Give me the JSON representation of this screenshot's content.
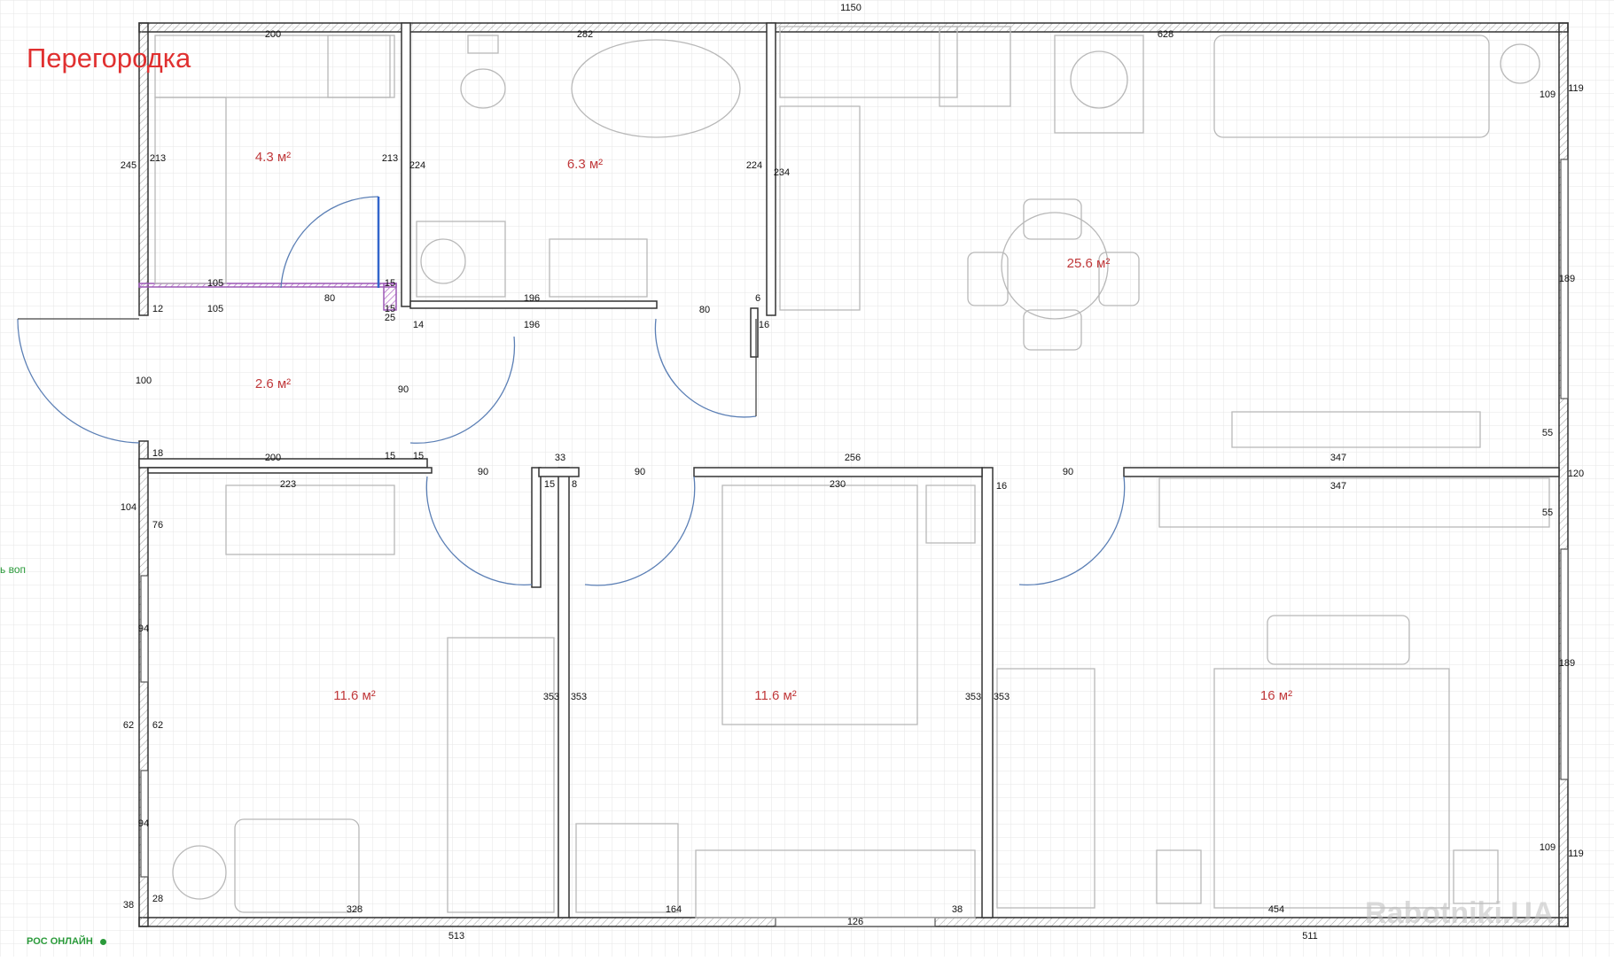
{
  "caption": "Перегородка",
  "side_note": "ь воп",
  "status_text": "РОС ОНЛАЙН",
  "watermark": "Rabotniki.UA",
  "colors": {
    "wall": "#3a3a3a",
    "door_arc": "#5b7fb5",
    "caption": "#e03030",
    "area": "#c0393b",
    "partition": "#d9a6e6"
  },
  "rooms": {
    "wardrobe": "4.3 м²",
    "bathroom": "6.3 м²",
    "kitchen_living": "25.6 м²",
    "hall": "2.6 м²",
    "room_left": "11.6 м²",
    "room_middle": "11.6 м²",
    "room_right": "16 м²"
  },
  "dims": {
    "top_total": "1150",
    "wardrobe_top": "200",
    "bath_top": "282",
    "kitchen_top": "628",
    "wardrobe_left": "245",
    "wardrobe_h1": "213",
    "wardrobe_h2": "213",
    "bath_left": "224",
    "bath_right": "224",
    "kitchen_left": "234",
    "right_109a": "109",
    "right_119a": "119",
    "part_105a": "105",
    "door_80a": "80",
    "part_15a": "15",
    "part_12": "12",
    "part_105b": "105",
    "part_15b": "15",
    "bath_196a": "196",
    "door_80b": "80",
    "part_6": "6",
    "part_25": "25",
    "part_14": "14",
    "bath_196b": "196",
    "part_16a": "16",
    "right_189a": "189",
    "hall_100": "100",
    "hall_90": "90",
    "right_55a": "55",
    "hall_18": "18",
    "hall_200": "200",
    "hall_15c": "15",
    "hall_15d": "15",
    "hall_33": "33",
    "room_256": "256",
    "liv_347a": "347",
    "right_120": "120",
    "r1_223": "223",
    "door_90a": "90",
    "r_15e": "15",
    "r_8": "8",
    "door_90b": "90",
    "r2_230": "230",
    "r_16b": "16",
    "door_90c": "90",
    "r3_347b": "347",
    "left_104": "104",
    "left_76": "76",
    "right_55b": "55",
    "left_94a": "94",
    "r1_353a": "353",
    "r2_353b": "353",
    "r2_353c": "353",
    "r3_353d": "353",
    "right_189b": "189",
    "left_62a": "62",
    "left_62b": "62",
    "left_94b": "94",
    "right_109b": "109",
    "right_119b": "119",
    "left_38": "38",
    "left_28": "28",
    "r1_328": "328",
    "r2_164": "164",
    "r3_38": "38",
    "r3_454": "454",
    "bot_513": "513",
    "bot_126": "126",
    "bot_511": "511"
  }
}
